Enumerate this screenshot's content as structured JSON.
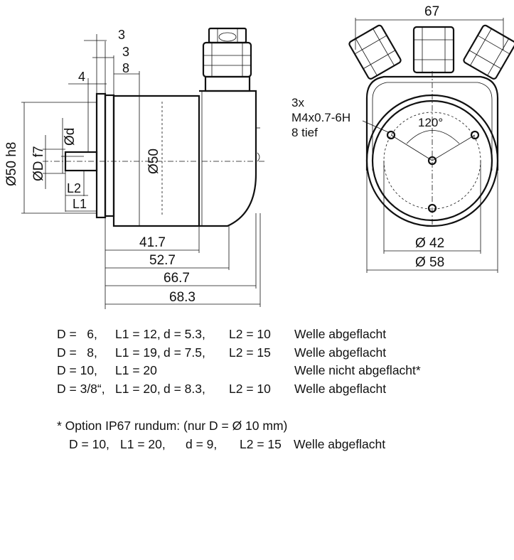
{
  "side_view": {
    "dims_top": [
      "3",
      "3",
      "8",
      "4"
    ],
    "dims_left": [
      "Ø50 h8",
      "ØD f7",
      "Ød"
    ],
    "dims_bottom": [
      "41.7",
      "52.7",
      "66.7",
      "68.3"
    ],
    "shaft_labels": [
      "L2",
      "L1"
    ],
    "body_label": "Ø50"
  },
  "front_view": {
    "width_dim": "67",
    "note_lines": [
      "3x",
      "M4x0.7-6H",
      "8 tief"
    ],
    "angle": "120°",
    "dia_small": "Ø 42",
    "dia_large": "Ø 58"
  },
  "variants": [
    {
      "d_cap": "D =   6,",
      "l1": "L1 = 12,",
      "d": "d = 5.3,",
      "l2": "L2 = 10",
      "note": "Welle abgeflacht"
    },
    {
      "d_cap": "D =   8,",
      "l1": "L1 = 19,",
      "d": "d = 7.5,",
      "l2": "L2 = 15",
      "note": "Welle abgeflacht"
    },
    {
      "d_cap": "D = 10,",
      "l1": "L1 = 20",
      "d": "",
      "l2": "",
      "note": "Welle nicht abgeflacht*"
    },
    {
      "d_cap": "D = 3/8“,",
      "l1": "L1 = 20,",
      "d": "d = 8.3,",
      "l2": "L2 = 10",
      "note": "Welle abgeflacht"
    }
  ],
  "option": {
    "title": "* Option IP67 rundum: (nur D = Ø 10 mm)",
    "d_cap": "D = 10,",
    "l1": "L1 = 20,",
    "d": "d = 9,",
    "l2": "L2 = 15",
    "note": "Welle abgeflacht"
  }
}
